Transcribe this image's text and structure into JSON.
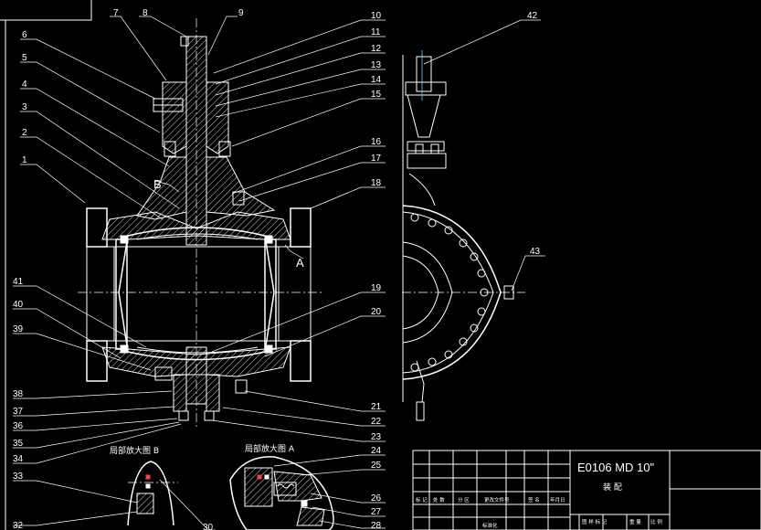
{
  "drawing": {
    "code": "E0106 MD 10\"",
    "subtitle": "装 配",
    "detail_b_title": "局部放大图  B",
    "detail_a_title": "局部放大图  A",
    "section_mark_a": "A",
    "section_mark_b": "B"
  },
  "title_block": {
    "row_headers": [
      "标 记",
      "处 数",
      "分 区",
      "更改文件号",
      "签 名",
      "年月日"
    ],
    "bottom_headers": [
      "图 样 标 记",
      "重 量",
      "比 例"
    ],
    "row2": [
      "标准化"
    ]
  },
  "callouts": [
    {
      "id": "c1",
      "text": "1"
    },
    {
      "id": "c2",
      "text": "2"
    },
    {
      "id": "c3",
      "text": "3"
    },
    {
      "id": "c4",
      "text": "4"
    },
    {
      "id": "c5",
      "text": "5"
    },
    {
      "id": "c6",
      "text": "6"
    },
    {
      "id": "c7",
      "text": "7"
    },
    {
      "id": "c8",
      "text": "8"
    },
    {
      "id": "c9",
      "text": "9"
    },
    {
      "id": "c10",
      "text": "10"
    },
    {
      "id": "c11",
      "text": "11"
    },
    {
      "id": "c12",
      "text": "12"
    },
    {
      "id": "c13",
      "text": "13"
    },
    {
      "id": "c14",
      "text": "14"
    },
    {
      "id": "c15",
      "text": "15"
    },
    {
      "id": "c16",
      "text": "16"
    },
    {
      "id": "c17",
      "text": "17"
    },
    {
      "id": "c18",
      "text": "18"
    },
    {
      "id": "c19",
      "text": "19"
    },
    {
      "id": "c20",
      "text": "20"
    },
    {
      "id": "c21",
      "text": "21"
    },
    {
      "id": "c22",
      "text": "22"
    },
    {
      "id": "c23",
      "text": "23"
    },
    {
      "id": "c24",
      "text": "24"
    },
    {
      "id": "c25",
      "text": "25"
    },
    {
      "id": "c26",
      "text": "26"
    },
    {
      "id": "c27",
      "text": "27"
    },
    {
      "id": "c28",
      "text": "28"
    },
    {
      "id": "c30",
      "text": "30"
    },
    {
      "id": "c32",
      "text": "32"
    },
    {
      "id": "c33",
      "text": "33"
    },
    {
      "id": "c34",
      "text": "34"
    },
    {
      "id": "c35",
      "text": "35"
    },
    {
      "id": "c36",
      "text": "36"
    },
    {
      "id": "c37",
      "text": "37"
    },
    {
      "id": "c38",
      "text": "38"
    },
    {
      "id": "c39",
      "text": "39"
    },
    {
      "id": "c40",
      "text": "40"
    },
    {
      "id": "c41",
      "text": "41"
    },
    {
      "id": "c42",
      "text": "42"
    },
    {
      "id": "c43",
      "text": "43"
    }
  ]
}
